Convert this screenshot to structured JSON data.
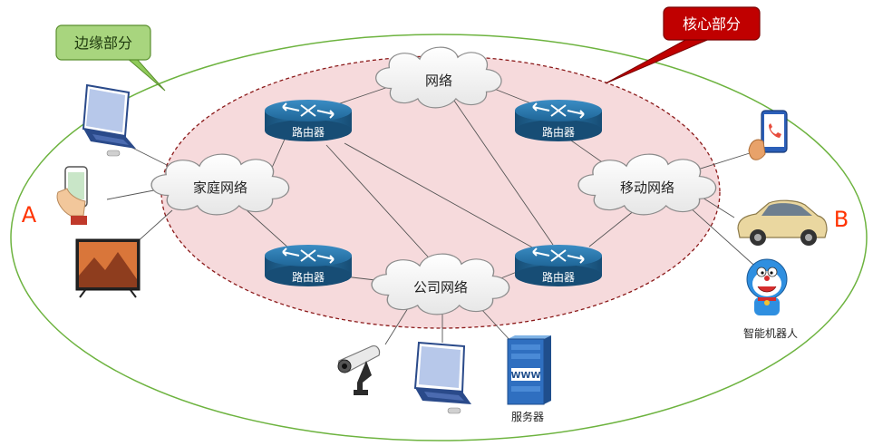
{
  "callouts": {
    "edge": "边缘部分",
    "core": "核心部分"
  },
  "side_labels": {
    "left": "A",
    "right": "B"
  },
  "clouds": {
    "top": "网络",
    "home": "家庭网络",
    "mobile": "移动网络",
    "company": "公司网络"
  },
  "routers": {
    "label": "路由器"
  },
  "devices": {
    "robot": "智能机器人",
    "server": "服务器",
    "server_sign": "WWW"
  },
  "colors": {
    "edge_green": "#6db33f",
    "core_red": "#c00000",
    "core_fill": "#f5d9db",
    "router_blue": "#1f5f8b",
    "label_AB": "#ff3300"
  }
}
